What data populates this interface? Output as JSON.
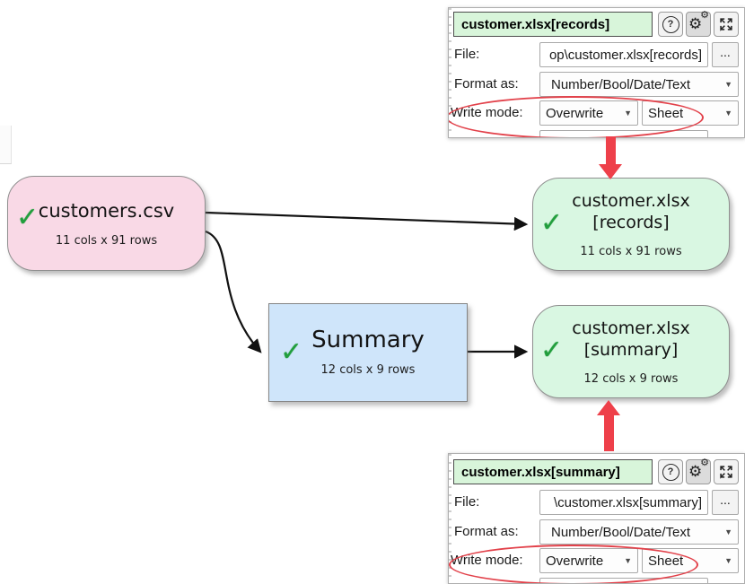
{
  "colors": {
    "node_pink": "#f9d9e6",
    "node_green": "#d9f7e2",
    "node_blue": "#cfe5fa",
    "panel_title_green": "#d8f5da",
    "annotation_red": "#e2414a",
    "check_green": "#229e3d"
  },
  "icons": {
    "help": "?",
    "gear": "⚙",
    "dropdown": "▼",
    "browse": "...",
    "check": "✓"
  },
  "nodes": {
    "source": {
      "title": "customers.csv",
      "stats": "11 cols x 91 rows"
    },
    "records_output": {
      "title_line1": "customer.xlsx",
      "title_line2": "[records]",
      "stats": "11 cols x 91 rows"
    },
    "summary_transform": {
      "title": "Summary",
      "stats": "12 cols x 9 rows"
    },
    "summary_output": {
      "title_line1": "customer.xlsx",
      "title_line2": "[summary]",
      "stats": "12 cols x 9 rows"
    }
  },
  "panels": {
    "records": {
      "title": "customer.xlsx[records]",
      "file_label": "File:",
      "file_value": "op\\customer.xlsx[records]",
      "format_label": "Format as:",
      "format_value": "Number/Bool/Date/Text",
      "write_mode_label": "Write mode:",
      "write_mode_primary": "Overwrite",
      "write_mode_secondary": "Sheet"
    },
    "summary": {
      "title": "customer.xlsx[summary]",
      "file_label": "File:",
      "file_value": "\\customer.xlsx[summary]",
      "format_label": "Format as:",
      "format_value": "Number/Bool/Date/Text",
      "write_mode_label": "Write mode:",
      "write_mode_primary": "Overwrite",
      "write_mode_secondary": "Sheet"
    }
  }
}
